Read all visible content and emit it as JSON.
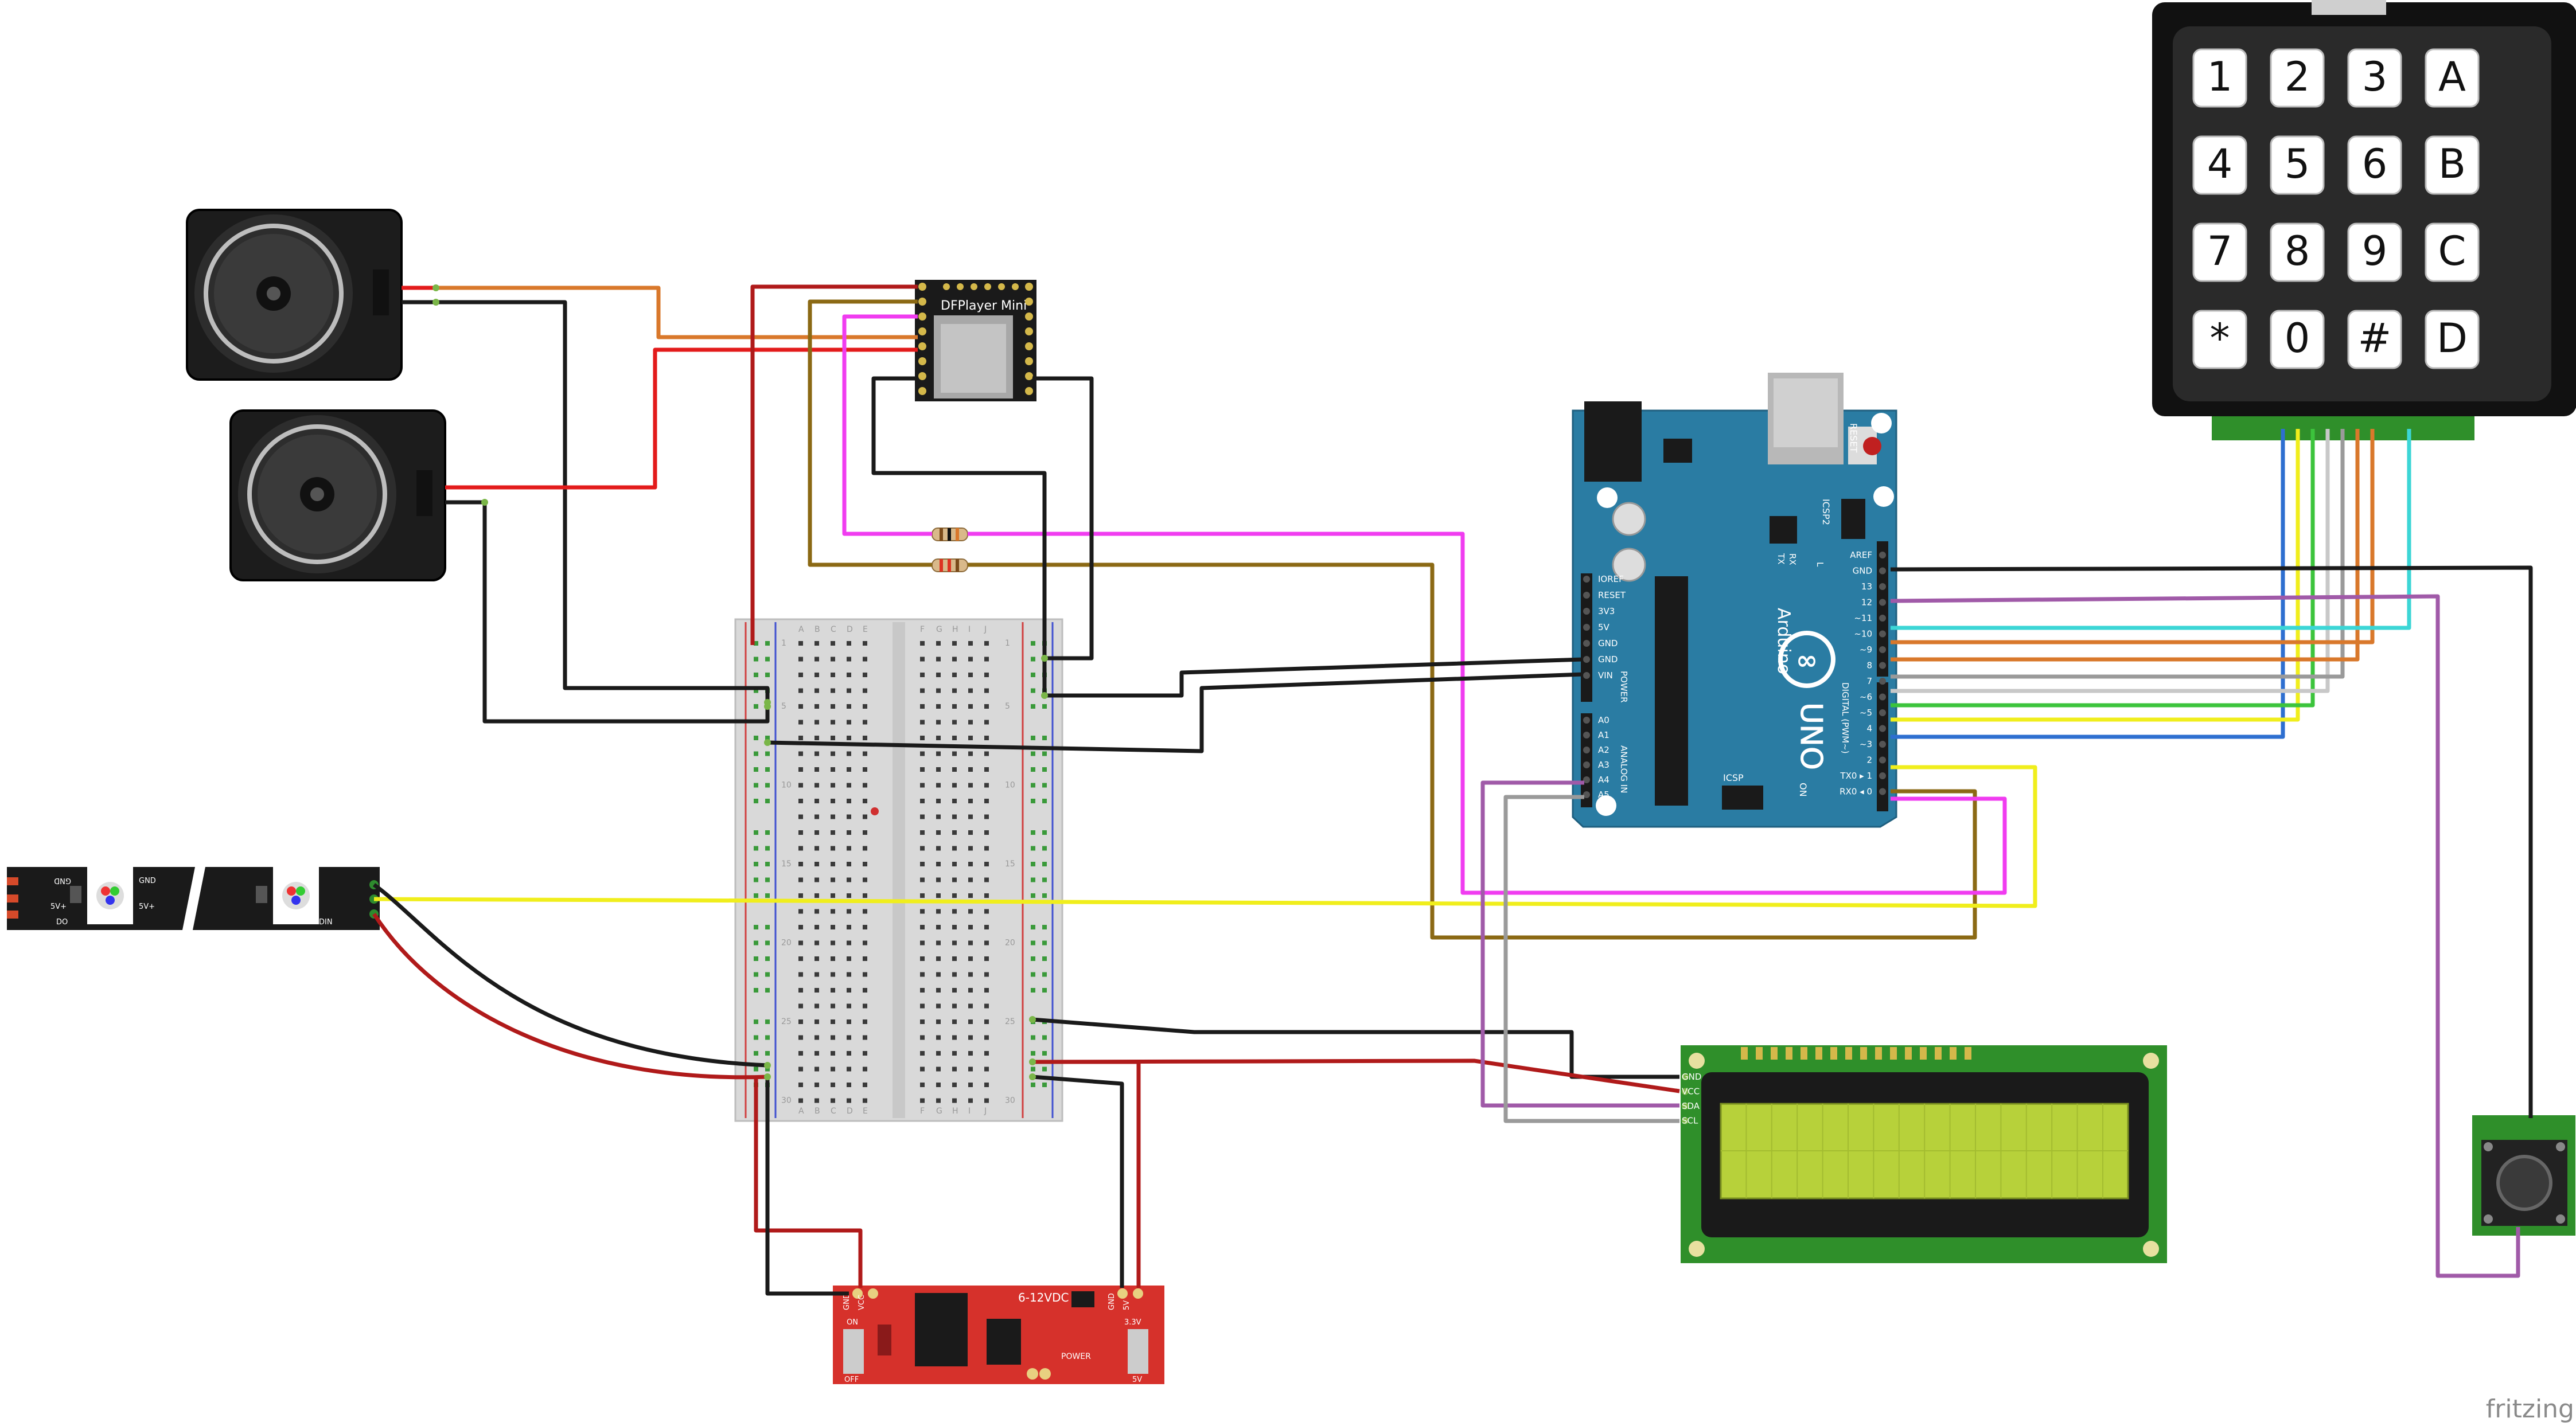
{
  "watermark": "fritzing",
  "dfplayer": {
    "label": "DFPlayer Mini"
  },
  "keypad": {
    "rows": [
      [
        "1",
        "2",
        "3",
        "A"
      ],
      [
        "4",
        "5",
        "6",
        "B"
      ],
      [
        "7",
        "8",
        "9",
        "C"
      ],
      [
        "*",
        "0",
        "#",
        "D"
      ]
    ]
  },
  "arduino": {
    "brand": "Arduino",
    "model": "UNO",
    "reset": "RESET",
    "icsp2": "ICSP2",
    "icsp": "ICSP",
    "on": "ON",
    "tx": "TX",
    "rx": "RX",
    "l": "L",
    "power_header": [
      "IOREF",
      "RESET",
      "3V3",
      "5V",
      "GND",
      "GND",
      "VIN"
    ],
    "power_title": "POWER",
    "analog_header": [
      "A0",
      "A1",
      "A2",
      "A3",
      "A4",
      "A5"
    ],
    "analog_title": "ANALOG IN",
    "digital_header": [
      "AREF",
      "GND",
      "13",
      "12",
      "~11",
      "~10",
      "~9",
      "8",
      "7",
      "~6",
      "~5",
      "4",
      "~3",
      "2",
      "TX0 ▸ 1",
      "RX0 ◂ 0"
    ],
    "digital_title": "DIGITAL (PWM~)"
  },
  "lcd": {
    "pins": [
      "GND",
      "VCC",
      "SDA",
      "SCL"
    ]
  },
  "power_module": {
    "voltage": "6-12VDC",
    "power": "POWER",
    "left_pins": [
      "GND",
      "VCC"
    ],
    "right_pins": [
      "GND",
      "5V"
    ],
    "left_switch": [
      "ON",
      "OFF"
    ],
    "right_switch": [
      "3.3V",
      "5V"
    ]
  },
  "led_strip": {
    "pads": [
      "GND",
      "5V+",
      "DO",
      "GND",
      "5V+",
      "DIN"
    ]
  },
  "breadboard": {
    "columns_left": [
      "A",
      "B",
      "C",
      "D",
      "E"
    ],
    "columns_right": [
      "F",
      "G",
      "H",
      "I",
      "J"
    ],
    "row_numbers": [
      "1",
      "5",
      "10",
      "15",
      "20",
      "25",
      "30"
    ]
  },
  "colors": {
    "arduino_board": "#2a7ca3",
    "lcd_board": "#2f8f2a",
    "lcd_screen": "#b7d13a",
    "power_board": "#d6312b",
    "keypad_body": "#1a1a1a",
    "wire_red": "#e31b1b",
    "wire_black": "#1a1a1a",
    "wire_orange": "#d9782b",
    "wire_magenta": "#f03cf0",
    "wire_brown": "#8b6914",
    "wire_yellow": "#f0ee1c",
    "wire_purple": "#a05aa8",
    "wire_gray": "#9a9a9a"
  }
}
